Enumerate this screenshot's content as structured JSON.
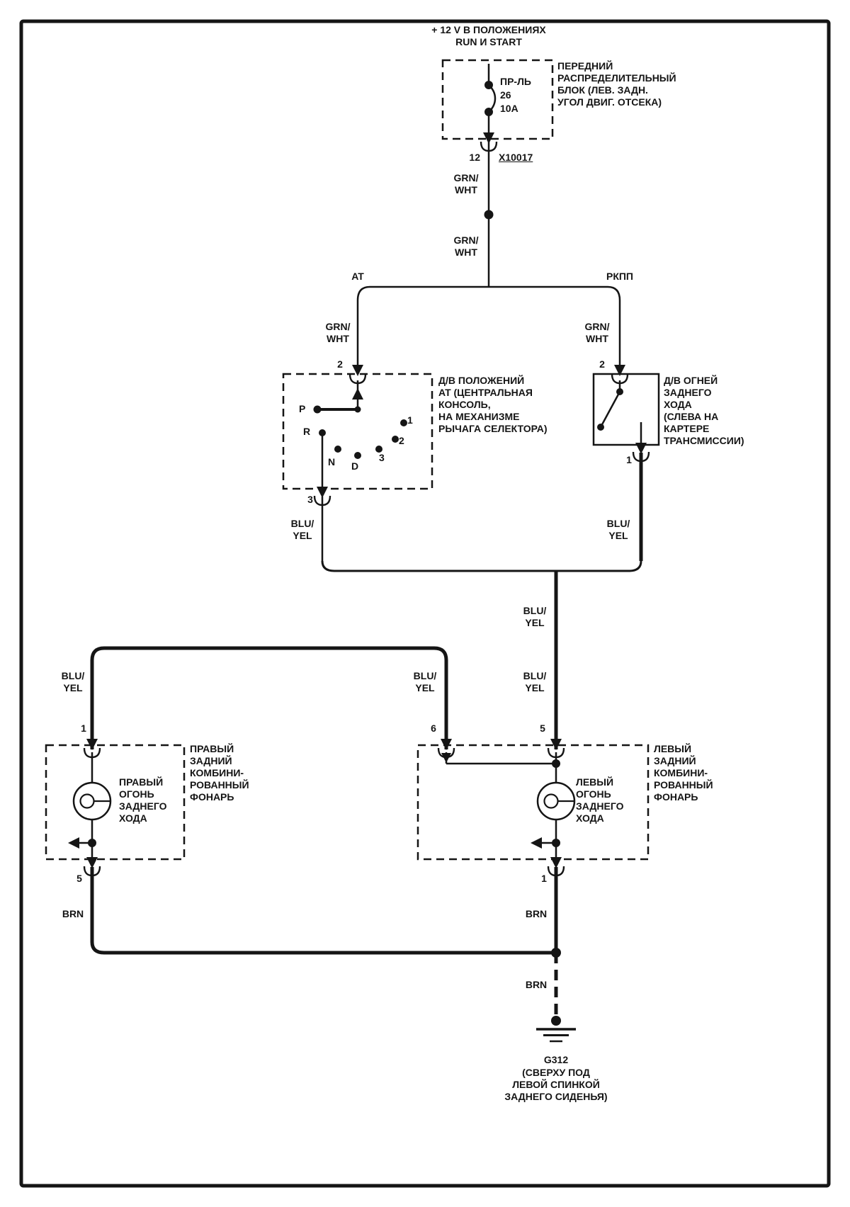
{
  "colors": {
    "line": "#151515",
    "background": "#ffffff"
  },
  "power": {
    "label": "+  12 V  В ПОЛОЖЕНИЯХ\nRUN И  START"
  },
  "fuse_box": {
    "fuse_text": "ПР-ЛЬ\n26\n10А",
    "label": "ПЕРЕДНИЙ\nРАСПРЕДЕЛИТЕЛЬНЫЙ\nБЛОК (ЛЕВ. ЗАДН.\nУГОЛ ДВИГ. ОТСЕКА)"
  },
  "connector_x10017": {
    "pin": "12",
    "id": "X10017"
  },
  "wire_labels": {
    "grn_wht": "GRN/\nWHT",
    "blu_yel": "BLU/\nYEL",
    "brn": "BRN"
  },
  "branches": {
    "left": "AT",
    "right": "РКПП"
  },
  "at_switch": {
    "pin_in": "2",
    "pin_out": "3",
    "positions": {
      "p": "P",
      "r": "R",
      "n": "N",
      "d": "D",
      "one": "1",
      "two": "2",
      "three": "3"
    },
    "label": "Д/В ПОЛОЖЕНИЙ\nAT (ЦЕНТРАЛЬНАЯ\nКОНСОЛЬ,\nНА МЕХАНИЗМЕ\nРЫЧАГА СЕЛЕКТОРА)"
  },
  "reverse_switch": {
    "pin_in": "2",
    "pin_out": "1",
    "label": "Д/В ОГНЕЙ\nЗАДНЕГО\nХОДА\n(СЛЕВА НА\nКАРТЕРЕ\nТРАНСМИССИИ)"
  },
  "right_rear_lamp": {
    "pin_in": "1",
    "pin_out": "5",
    "inner_label": "ПРАВЫЙ\nОГОНЬ\nЗАДНЕГО\nХОДА",
    "outer_label": "ПРАВЫЙ\nЗАДНИЙ\nКОМБИНИ-\nРОВАННЫЙ\nФОНАРЬ"
  },
  "left_rear_lamp": {
    "pin_in_a": "5",
    "pin_in_b": "6",
    "pin_out": "1",
    "inner_label": "ЛЕВЫЙ\nОГОНЬ\nЗАДНЕГО\nХОДА",
    "outer_label": "ЛЕВЫЙ\nЗАДНИЙ\nКОМБИНИ-\nРОВАННЫЙ\nФОНАРЬ"
  },
  "ground": {
    "id": "G312",
    "label": "(СВЕРХУ ПОД\nЛЕВОЙ СПИНКОЙ\nЗАДНЕГО СИДЕНЬЯ)"
  }
}
